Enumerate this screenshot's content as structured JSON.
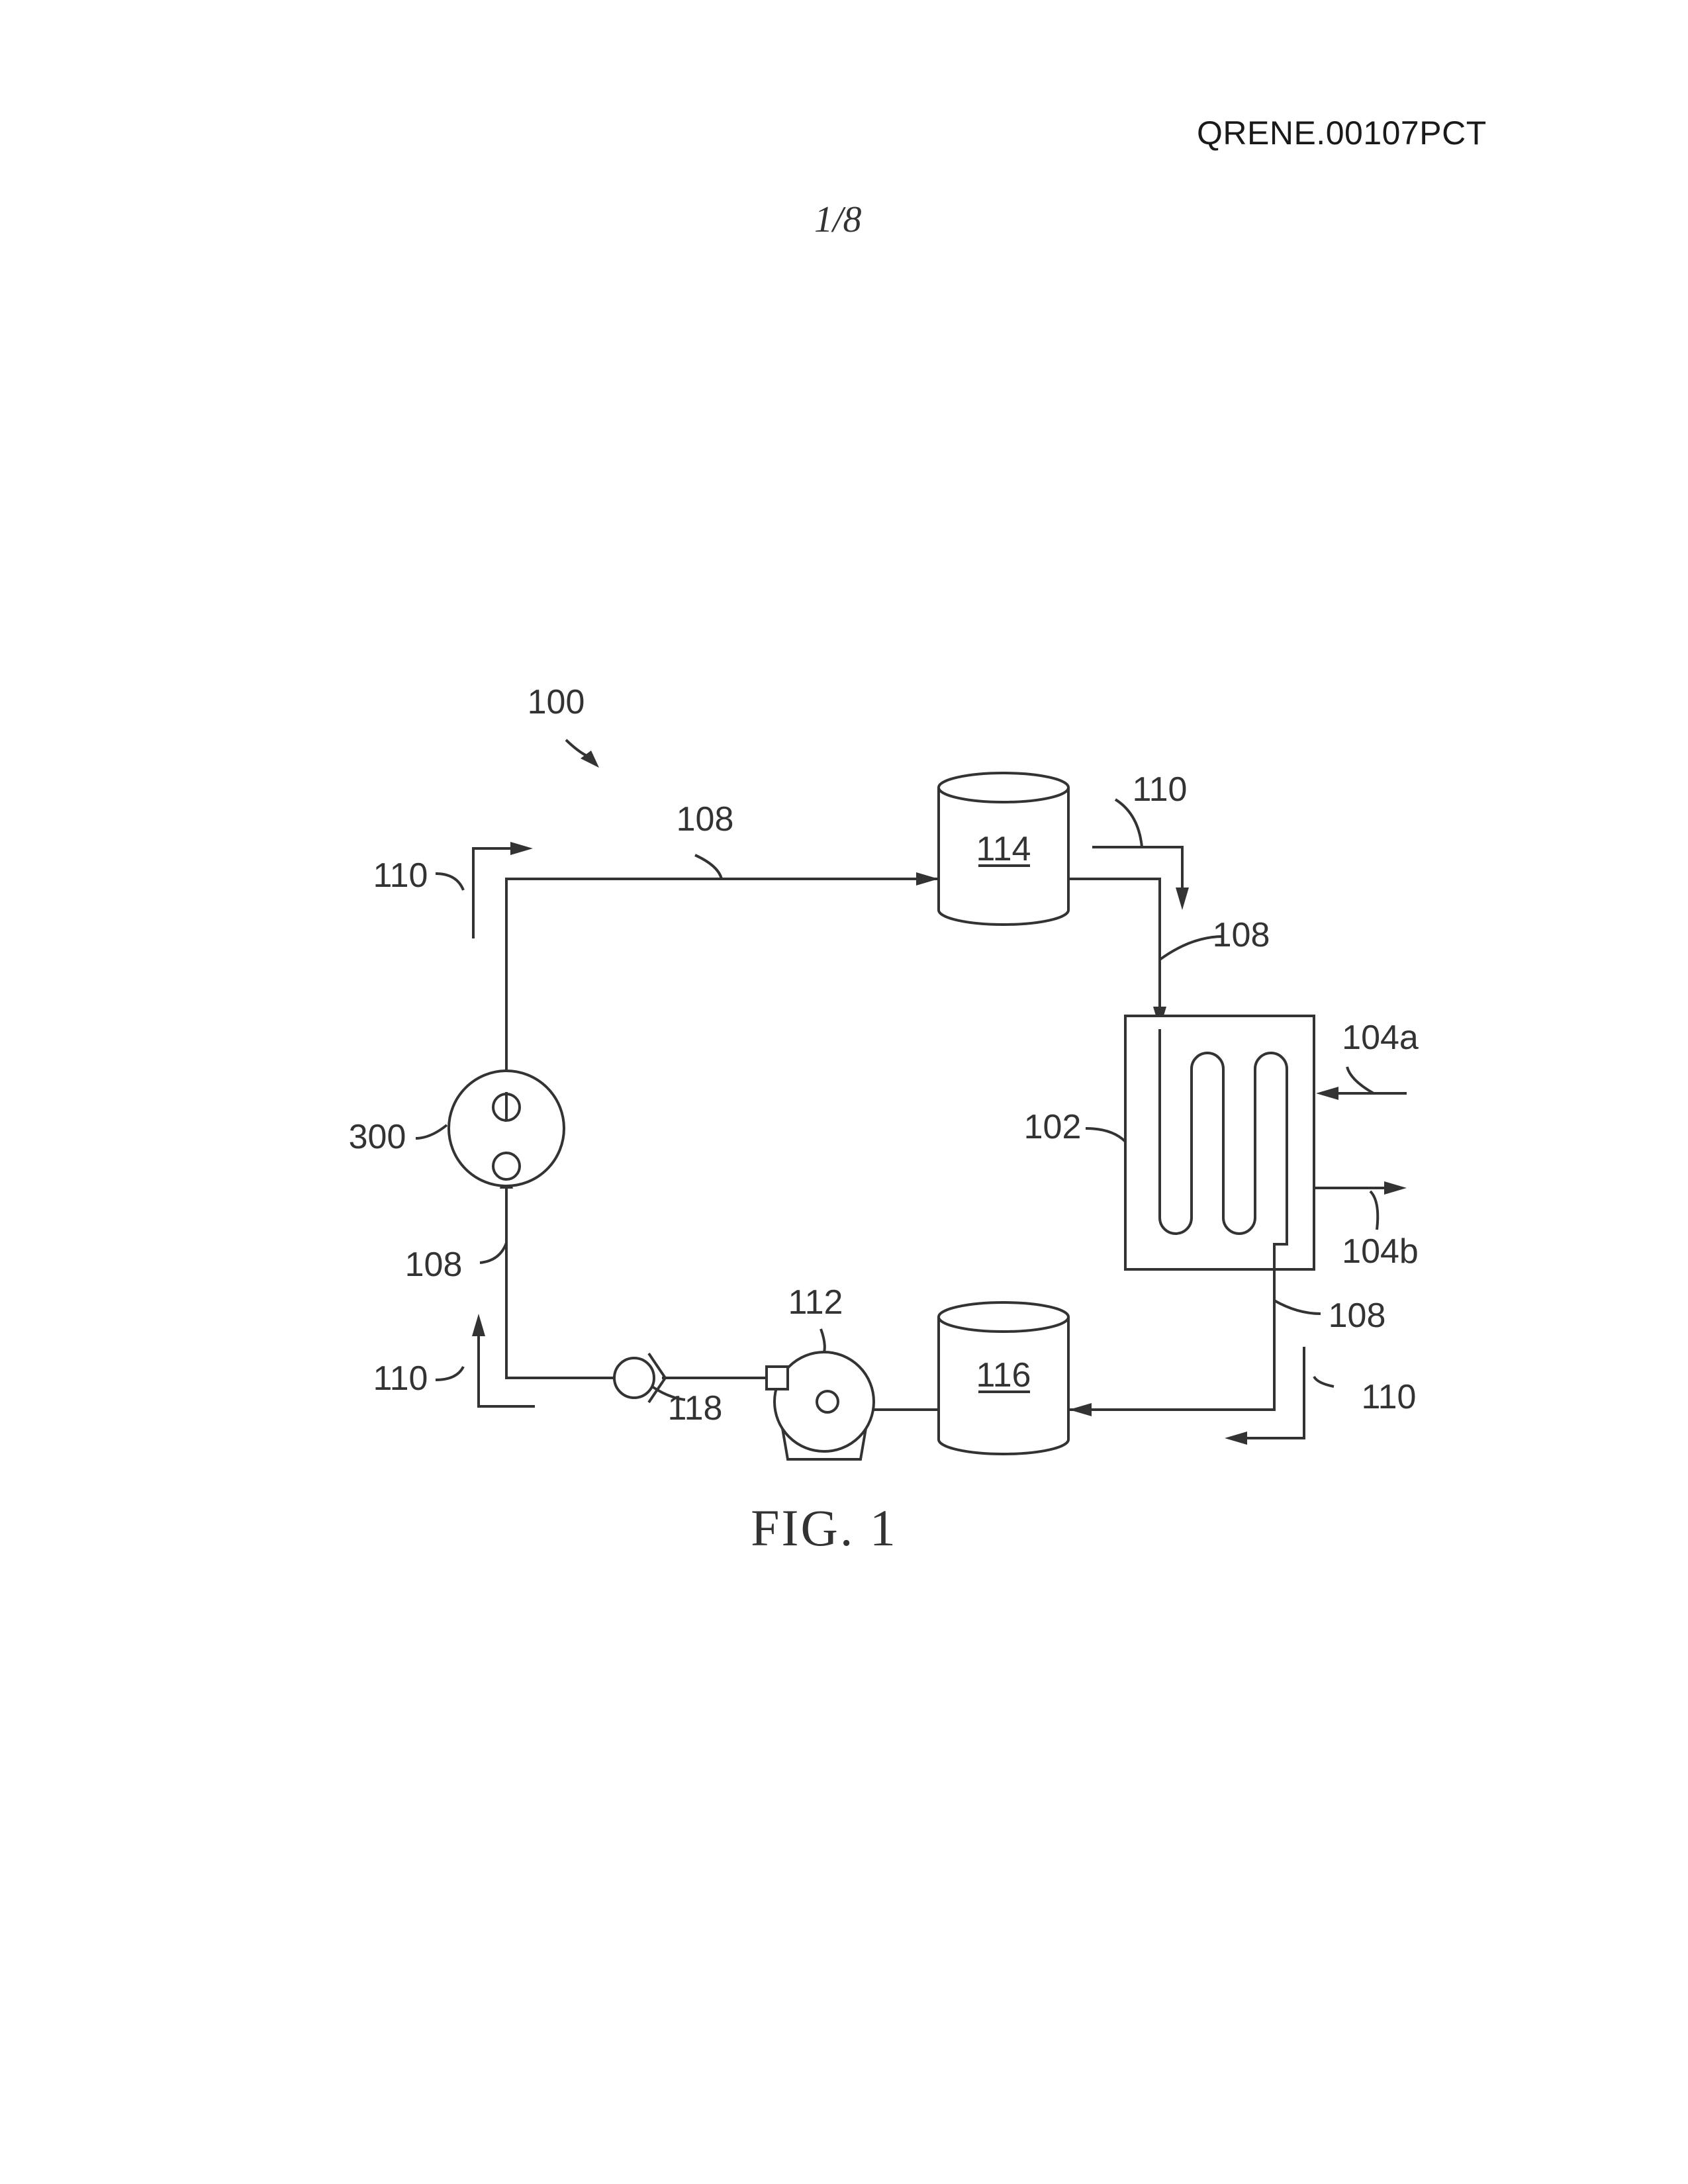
{
  "header": {
    "doc_id": "QRENE.00107PCT",
    "sheet": "1/8"
  },
  "figure": {
    "caption": "FIG. 1",
    "labels": {
      "system": "100",
      "heat_exchanger": "102",
      "inlet": "104a",
      "outlet": "104b",
      "conduit": "108",
      "flow": "110",
      "pump": "112",
      "tank_upper": "114",
      "tank_lower": "116",
      "check_valve": "118",
      "device": "300"
    }
  }
}
